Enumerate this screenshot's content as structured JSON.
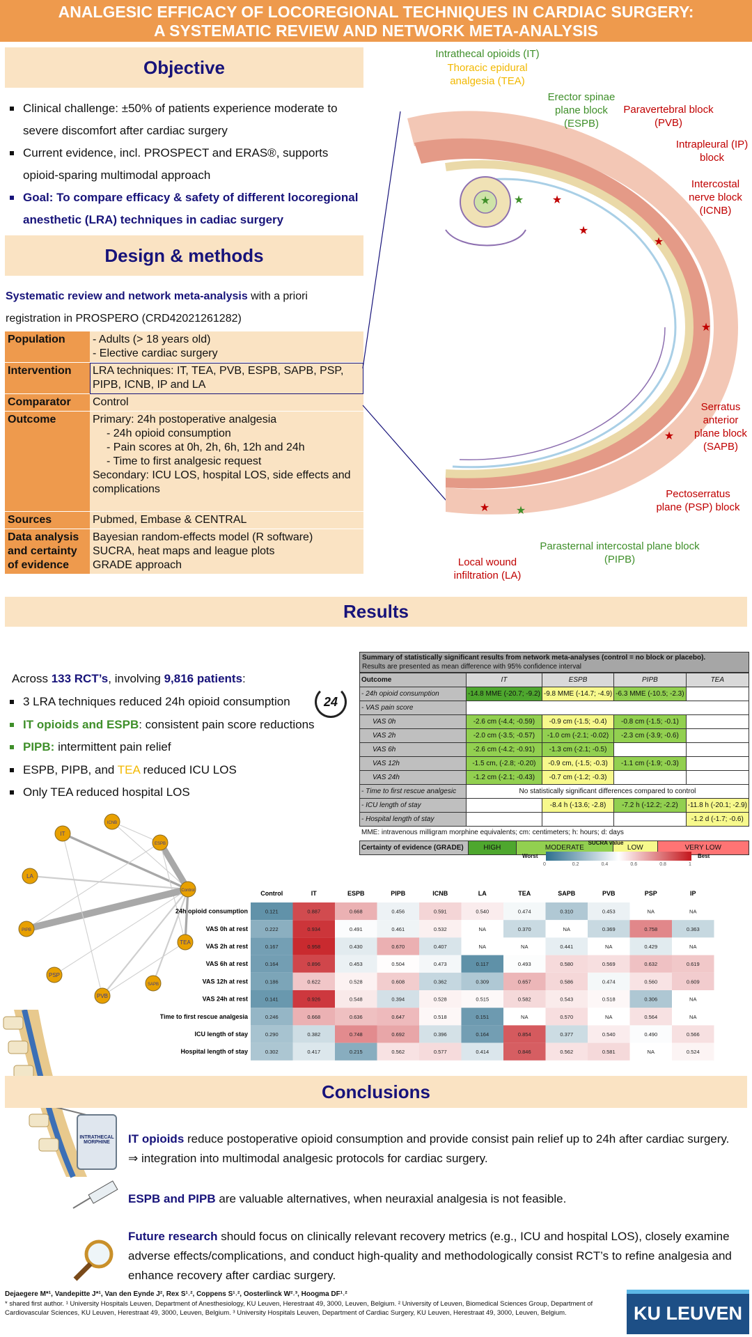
{
  "header": {
    "line1": "ANALGESIC EFFICACY OF LOCOREGIONAL TECHNIQUES IN CARDIAC SURGERY:",
    "line2": "A SYSTEMATIC REVIEW AND NETWORK META-ANALYSIS"
  },
  "objective": {
    "title": "Objective",
    "bullets": [
      "Clinical challenge: ±50% of patients experience moderate to severe discomfort after cardiac surgery",
      "Current evidence, incl. PROSPECT and ERAS®, supports opioid-sparing multimodal approach"
    ],
    "goal": "Goal: To compare efficacy & safety of different locoregional anesthetic (LRA) techniques in cadiac surgery"
  },
  "design": {
    "title": "Design & methods",
    "intro_bold": "Systematic review and network meta-analysis",
    "intro_rest": " with a priori registration in PROSPERO (CRD42021261282)",
    "pico": [
      {
        "key": "Population",
        "lines": [
          "- Adults (> 18 years old)",
          "- Elective cardiac surgery"
        ]
      },
      {
        "key": "Intervention",
        "lines": [
          "LRA techniques: IT, TEA, PVB, ESPB, SAPB, PSP, PIPB, ICNB, IP and LA"
        ]
      },
      {
        "key": "Comparator",
        "lines": [
          "Control"
        ]
      },
      {
        "key": "Outcome",
        "lines": [
          "Primary: 24h postoperative analgesia",
          "- 24h opioid consumption",
          "- Pain scores at 0h, 2h, 6h, 12h and 24h",
          "- Time to first analgesic request",
          "Secondary: ICU LOS, hospital LOS, side effects and complications"
        ]
      },
      {
        "key": "Sources",
        "lines": [
          "Pubmed, Embase & CENTRAL"
        ]
      },
      {
        "key": "Data analysis and certainty of evidence",
        "lines": [
          "Bayesian random-effects model (R software)",
          "SUCRA, heat maps and league plots",
          "GRADE approach"
        ]
      }
    ]
  },
  "anatomy": {
    "labels": {
      "it": "Intrathecal opioids (IT)",
      "tea": "Thoracic epidural analgesia (TEA)",
      "espb": "Erector spinae plane block (ESPB)",
      "pvb": "Paravertebral block (PVB)",
      "ip": "Intrapleural (IP) block",
      "icnb": "Intercostal nerve block (ICNB)",
      "sapb": "Serratus anterior plane block (SAPB)",
      "psp": "Pectoserratus plane (PSP) block",
      "pipb": "Parasternal intercostal plane block (PIPB)",
      "la": "Local wound infiltration (LA)"
    },
    "colors": {
      "green": "#3f8f2a",
      "yellow": "#f2b800",
      "red": "#c00000"
    }
  },
  "results": {
    "title": "Results",
    "intro": {
      "a": "Across ",
      "rcts": "133 RCT’s",
      "b": ", involving ",
      "patients": "9,816 patients",
      "c": ":"
    },
    "b1": "3 LRA techniques reduced 24h opioid consumption",
    "b2_hl": "IT opioids and ESPB",
    "b2": ": consistent pain score reductions",
    "b3_hl": "PIPB:",
    "b3": " intermittent pain relief",
    "b4a": "ESPB, PIPB, and ",
    "b4_hl": "TEA",
    "b4b": " reduced ICU LOS",
    "b5": "Only TEA reduced hospital LOS",
    "clock_icon_text": "24"
  },
  "summary_table": {
    "title": "Summary of statistically significant results from network meta-analyses (control = no block or placebo).",
    "subtitle": "Results are presented as mean difference with 95% confidence interval",
    "columns": [
      "Outcome",
      "IT",
      "ESPB",
      "PIPB",
      "TEA"
    ],
    "grade_colors": {
      "HIGH": "#4ea72e",
      "MODERATE": "#92d050",
      "LOW": "#f7f98c",
      "VERY LOW": "#ff7474"
    },
    "rows": [
      {
        "outcome": "- 24h opioid consumption",
        "cells": [
          [
            "-14.8 MME (-20.7; -9.2)",
            "HIGH"
          ],
          [
            "-9.8 MME (-14.7; -4.9)",
            "LOW"
          ],
          [
            "-6.3 MME (-10.5; -2.3)",
            "MODERATE"
          ],
          [
            "",
            ""
          ]
        ]
      },
      {
        "outcome": "- VAS pain score",
        "span": ""
      },
      {
        "outcome": "VAS 0h",
        "sub": true,
        "cells": [
          [
            "-2.6 cm (-4.4; -0.59)",
            "MODERATE"
          ],
          [
            "-0.9 cm (-1.5; -0.4)",
            "LOW"
          ],
          [
            "-0.8 cm (-1.5; -0.1)",
            "MODERATE"
          ],
          [
            "",
            ""
          ]
        ]
      },
      {
        "outcome": "VAS 2h",
        "sub": true,
        "cells": [
          [
            "-2.0 cm (-3.5; -0.57)",
            "MODERATE"
          ],
          [
            "-1.0 cm (-2.1; -0.02)",
            "MODERATE"
          ],
          [
            "-2.3 cm (-3.9; -0.6)",
            "MODERATE"
          ],
          [
            "",
            ""
          ]
        ]
      },
      {
        "outcome": "VAS 6h",
        "sub": true,
        "cells": [
          [
            "-2.6 cm (-4.2; -0.91)",
            "MODERATE"
          ],
          [
            "-1.3 cm (-2.1; -0.5)",
            "MODERATE"
          ],
          [
            "",
            ""
          ],
          [
            "",
            ""
          ]
        ]
      },
      {
        "outcome": "VAS 12h",
        "sub": true,
        "cells": [
          [
            "-1.5 cm, (-2.8; -0.20)",
            "MODERATE"
          ],
          [
            "-0.9 cm, (-1.5; -0.3)",
            "LOW"
          ],
          [
            "-1.1 cm (-1.9; -0.3)",
            "MODERATE"
          ],
          [
            "",
            ""
          ]
        ]
      },
      {
        "outcome": "VAS 24h",
        "sub": true,
        "cells": [
          [
            "-1.2 cm (-2.1; -0.43)",
            "MODERATE"
          ],
          [
            "-0.7 cm (-1.2; -0.3)",
            "LOW"
          ],
          [
            "",
            ""
          ],
          [
            "",
            ""
          ]
        ]
      },
      {
        "outcome": "- Time to first rescue analgesic",
        "span": "No statistically significant differences compared to control"
      },
      {
        "outcome": "- ICU length of stay",
        "cells": [
          [
            "",
            ""
          ],
          [
            "-8.4 h (-13.6; -2.8)",
            "LOW"
          ],
          [
            "-7.2 h (-12.2; -2.2)",
            "MODERATE"
          ],
          [
            "-11.8 h (-20.1; -2.9)",
            "LOW"
          ]
        ]
      },
      {
        "outcome": "- Hospital length of stay",
        "cells": [
          [
            "",
            ""
          ],
          [
            "",
            ""
          ],
          [
            "",
            ""
          ],
          [
            "-1.2 d (-1.7; -0.6)",
            "LOW"
          ]
        ]
      }
    ],
    "footnote": "MME: intravenous milligram morphine equivalents; cm: centimeters; h: hours; d: days",
    "grade_label": "Certainty of evidence (GRADE)",
    "grades": [
      "HIGH",
      "MODERATE",
      "LOW",
      "VERY LOW"
    ]
  },
  "chart_data": [
    {
      "type": "heatmap",
      "title": "SUCRA value",
      "legend_low": "Worst",
      "legend_high": "Best",
      "legend_ticks": [
        "0",
        "0.2",
        "0.4",
        "0.6",
        "0.8",
        "1"
      ],
      "colors": {
        "low": "#2e6f8e",
        "mid": "#ffffff",
        "high": "#c4161c"
      },
      "columns": [
        "Control",
        "IT",
        "ESPB",
        "PIPB",
        "ICNB",
        "LA",
        "TEA",
        "SAPB",
        "PVB",
        "PSP",
        "IP"
      ],
      "rows": [
        "24h opioid consumption",
        "VAS 0h at rest",
        "VAS 2h at rest",
        "VAS 6h at rest",
        "VAS 12h at rest",
        "VAS 24h at rest",
        "Time to first rescue analgesia",
        "ICU length of stay",
        "Hospital length of stay"
      ],
      "values": [
        [
          0.121,
          0.887,
          0.668,
          0.456,
          0.591,
          0.54,
          0.474,
          0.31,
          0.453,
          "NA",
          "NA"
        ],
        [
          0.222,
          0.934,
          0.491,
          0.461,
          0.532,
          "NA",
          0.37,
          "NA",
          0.369,
          0.758,
          0.363
        ],
        [
          0.167,
          0.958,
          0.43,
          0.67,
          0.407,
          "NA",
          "NA",
          0.441,
          "NA",
          0.429,
          "NA"
        ],
        [
          0.164,
          0.896,
          0.453,
          0.504,
          0.473,
          0.117,
          0.493,
          0.58,
          0.569,
          0.632,
          0.619
        ],
        [
          0.186,
          0.622,
          0.528,
          0.608,
          0.362,
          0.309,
          0.657,
          0.586,
          0.474,
          0.56,
          0.609
        ],
        [
          0.141,
          0.926,
          0.548,
          0.394,
          0.528,
          0.515,
          0.582,
          0.543,
          0.518,
          0.306,
          "NA"
        ],
        [
          0.246,
          0.668,
          0.636,
          0.647,
          0.518,
          0.151,
          "NA",
          0.57,
          "NA",
          0.564,
          "NA"
        ],
        [
          0.29,
          0.382,
          0.748,
          0.692,
          0.396,
          0.164,
          0.854,
          0.377,
          0.54,
          0.49,
          0.566
        ],
        [
          0.302,
          0.417,
          0.215,
          0.562,
          0.577,
          0.414,
          0.846,
          0.562,
          0.581,
          "NA",
          0.524
        ]
      ]
    },
    {
      "type": "network",
      "nodes": [
        "IT",
        "ICNB",
        "ESPB",
        "LA",
        "Control",
        "PIPB",
        "TEA",
        "PSP",
        "SAPB",
        "PVB"
      ],
      "node_color": "#e8a000",
      "edges": [
        [
          "IT",
          "Control",
          3
        ],
        [
          "ICNB",
          "ESPB",
          1
        ],
        [
          "ICNB",
          "Control",
          1
        ],
        [
          "ESPB",
          "Control",
          8
        ],
        [
          "ESPB",
          "PIPB",
          1
        ],
        [
          "ESPB",
          "TEA",
          1
        ],
        [
          "LA",
          "Control",
          2
        ],
        [
          "PIPB",
          "Control",
          9
        ],
        [
          "TEA",
          "Control",
          3
        ],
        [
          "PSP",
          "Control",
          1
        ],
        [
          "SAPB",
          "Control",
          2
        ],
        [
          "PVB",
          "Control",
          2
        ],
        [
          "PVB",
          "TEA",
          1
        ],
        [
          "IT",
          "PVB",
          1
        ]
      ]
    }
  ],
  "conclusions": {
    "title": "Conclusions",
    "p1_hl": "IT opioids",
    "p1": " reduce postoperative opioid consumption and provide consist pain relief up to 24h after cardiac surgery.",
    "p1b": "⇒ integration into multimodal analgesic protocols for cardiac surgery.",
    "p2_hl": "ESPB and PIPB",
    "p2": " are valuable alternatives, when neuraxial analgesia is not feasible.",
    "p3_hl": "Future research",
    "p3": " should focus on clinically relevant recovery metrics (e.g., ICU and hospital LOS), closely examine adverse effects/complications, and conduct high-quality and methodologically consist RCT’s to refine analgesia and enhance recovery after cardiac surgery.",
    "vial_label": "INTRATHECAL MORPHINE"
  },
  "footer": {
    "authors": "Dejaegere M*¹, Vandepitte J*¹, Van den Eynde J², Rex S¹˒², Coppens S¹˒², Oosterlinck W²˒³, Hoogma DF¹˒²",
    "affiliations": "* shared first author. ¹ University Hospitals Leuven, Department of Anesthesiology, KU Leuven, Herestraat 49, 3000, Leuven, Belgium. ² University of Leuven, Biomedical Sciences Group, Department of Cardiovascular Sciences, KU Leuven, Herestraat 49, 3000, Leuven, Belgium. ³ University Hospitals Leuven, Department of Cardiac Surgery, KU Leuven, Herestraat 49, 3000, Leuven, Belgium.",
    "logo": "KU LEUVEN"
  }
}
